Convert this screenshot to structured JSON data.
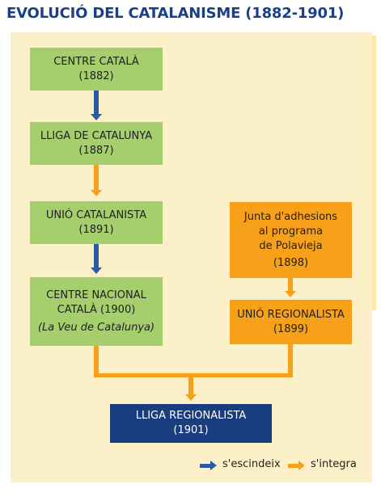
{
  "title": "EVOLUCIÓ DEL CATALANISME (1882-1901)",
  "nodes": {
    "centre_catala": {
      "name": "CENTRE CATALÀ",
      "year": "(1882)"
    },
    "lliga_catalunya": {
      "name": "LLIGA DE CATALUNYA",
      "year": "(1887)"
    },
    "unio_catalanista": {
      "name": "UNIÓ CATALANISTA",
      "year": "(1891)"
    },
    "centre_nacional": {
      "name_line1": "CENTRE NACIONAL",
      "name_line2": "CATALÀ (1900)",
      "note": "(La Veu de Catalunya)"
    },
    "junta": {
      "line1": "Junta d'adhesions",
      "line2": "al programa",
      "line3": "de Polavieja",
      "year": "(1898)"
    },
    "unio_regionalista": {
      "name": "UNIÓ REGIONALISTA",
      "year": "(1899)"
    },
    "lliga_regionalista": {
      "name": "LLIGA REGIONALISTA",
      "year": "(1901)"
    }
  },
  "legend": {
    "split_label": "s'escindeix",
    "integrate_label": "s'integra",
    "split_color": "#2a5aa3",
    "integrate_color": "#f7a11a"
  },
  "colors": {
    "green": "#a5cf6d",
    "orange": "#f7a11a",
    "navy": "#1a3d80",
    "title": "#1b3f8b",
    "background": "#fcf0c8"
  }
}
